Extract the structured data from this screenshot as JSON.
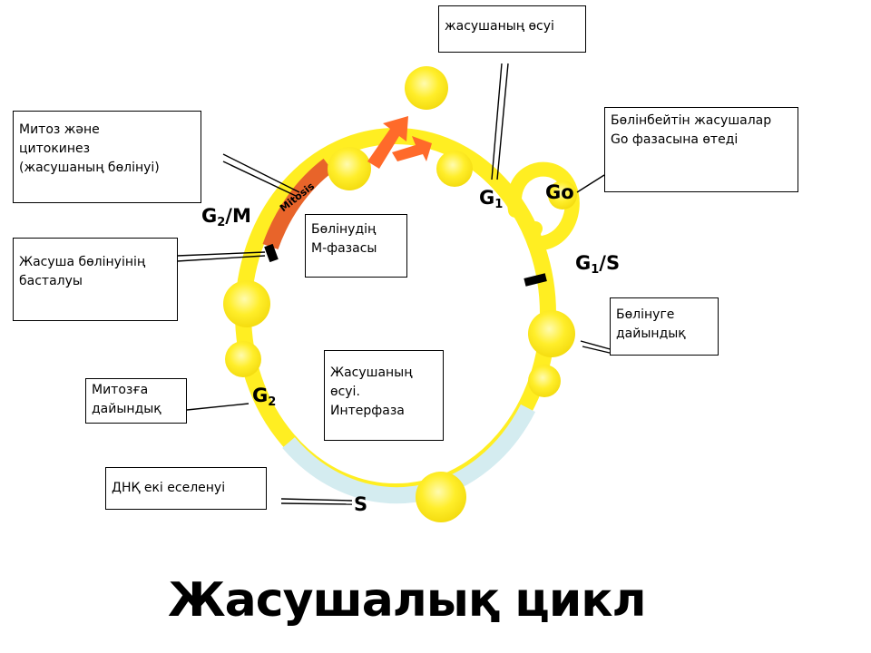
{
  "title": "Жасушалық цикл",
  "phases": {
    "g2m_main": "G",
    "g2m_sub": "2",
    "g2m_tail": "/M",
    "g1_main": "G",
    "g1_sub": "1",
    "go": "Go",
    "g1s_main": "G",
    "g1s_sub": "1",
    "g1s_tail": "/S",
    "g2_main": "G",
    "g2_sub": "2",
    "s": "S",
    "mitosis_arc_label": "Mitosis"
  },
  "boxes": {
    "cell_growth": [
      "жасушаның өсуі"
    ],
    "mitosis_cytokinesis": [
      "Митоз және",
      "цитокинез",
      "(жасушаның бөлінуі)"
    ],
    "go_phase": [
      "Бөлінбейтін жасушалар",
      "Go фазасына өтеді"
    ],
    "division_start": [
      "Жасуша бөлінуінің",
      "басталуы"
    ],
    "m_phase": [
      "Бөлінудің",
      "М-фазасы"
    ],
    "prep_division": [
      "Бөлінуге",
      "дайындық"
    ],
    "prep_mitosis": [
      "Митозға",
      "дайындық"
    ],
    "interphase": [
      "Жасушаның",
      "өсуі.",
      "Интерфаза"
    ],
    "dna_doubling": [
      "ДНҚ екі еселенуі"
    ]
  },
  "colors": {
    "ring": "#ffee22",
    "cell": "#ffef30",
    "cell_core": "#fff9a0",
    "s_phase": "#d4ecf0",
    "mitosis": "#e8642a",
    "arrow": "#ff6a2a",
    "marker": "#000000"
  }
}
